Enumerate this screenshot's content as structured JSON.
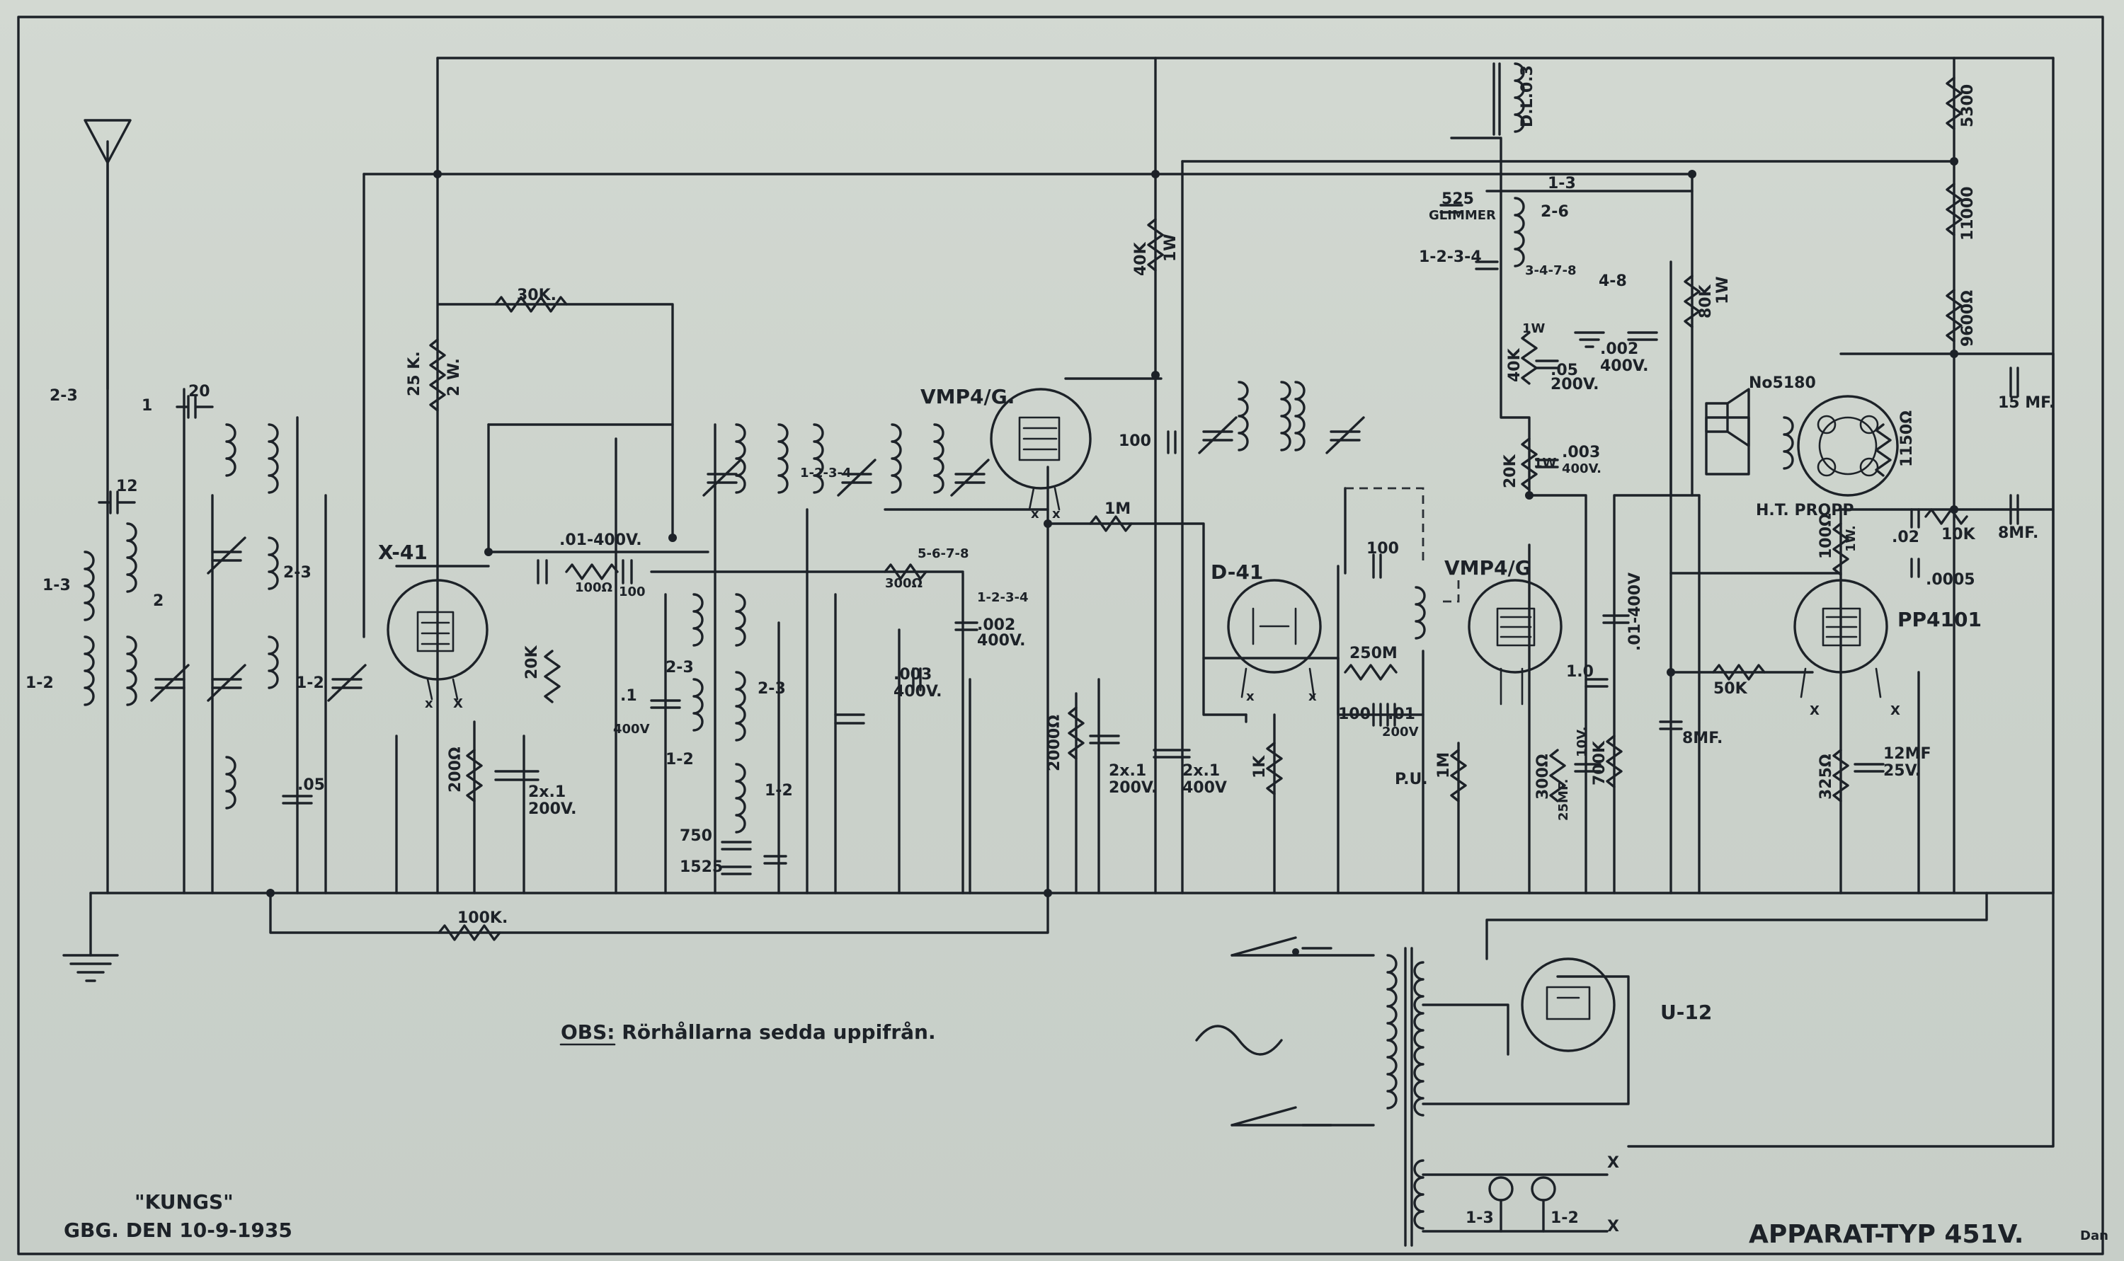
{
  "note": "OBS: Rörhållarna sedda uppifrån.",
  "maker": "\"KUNGS\"",
  "place_date": "GBG. DEN 10-9-1935",
  "apparat": "APPARAT-TYP 451V.",
  "signature": "Dan",
  "tubes": {
    "x41": "X-41",
    "vmp4g_a": "VMP4/G.",
    "d41": "D-41",
    "vmp4g_b": "VMP4/G",
    "pp4101": "PP4101",
    "u12": "U-12"
  },
  "components": {
    "r30k": "30K.",
    "r25k": "25 K.",
    "r25k_w": "2 W.",
    "c01_400": ".01-400V.",
    "r100": "100Ω",
    "c100": "100",
    "r20k_a": "20K",
    "r200_a": "200Ω",
    "c2x1_200_a": "2x.1",
    "v200_a": "200V.",
    "r100k": "100K.",
    "c20": "20",
    "c12": "12",
    "c05": ".05",
    "sw23": "2-3",
    "sw1": "1",
    "sw2": "2",
    "sw12": "1-2",
    "sw13": "1-3",
    "c1_400": ".1",
    "v400_a": "400V",
    "c750": "750",
    "c1525": "1525",
    "sw1234": "1-2-3-4",
    "sw5678": "5-6-7-8",
    "r300": "300Ω",
    "c002_a": ".002",
    "v400_b": "400V.",
    "c003": ".003",
    "v400_c": "400V.",
    "r40k_a": "40K",
    "r40k_a_w": "1W",
    "c100_b": "100",
    "r1m": "1M",
    "r2000": "2000Ω",
    "c2x1_b": "2x.1",
    "v200_b": "200V.",
    "c2x1_c": "2x.1",
    "v400_d": "400V",
    "r1k": "1K",
    "c100_c": "100",
    "r250m": "250M",
    "c100_d": "100",
    "c01_b": ".01",
    "v200_c": "200V",
    "pu": "P.U.",
    "r1m_b": "1M",
    "r300_b": "300Ω",
    "c25mf": "25MF.",
    "v10": "10V.",
    "c1o": "1.0",
    "c01_400b": ".01-400V",
    "r700k": "700K",
    "c8mf": "8MF.",
    "dl03": "D.L.0.3",
    "c525": "525",
    "glimmer": "GLIMMER",
    "sw13_b": "1-3",
    "sw26": "2-6",
    "sw1234_b": "1-2-3-4",
    "sw3478": "3-4-7-8",
    "sw48": "4-8",
    "r40k_b": "40K",
    "r40k_b_w": "1W",
    "c05_b": ".05",
    "v200_d": "200V.",
    "c002_b": ".002",
    "v400_e": "400V.",
    "r80k": "80K",
    "r80k_w": "1W",
    "r20k_b": "20K",
    "r20k_b_w": "1W",
    "c003_b": ".003",
    "v400_f": "400V.",
    "r5300": "5300",
    "r11000": "11000",
    "r9600": "9600Ω",
    "no5180": "No5180",
    "ht_propp": "H.T. PROPP",
    "r1150": "1150Ω",
    "c15mf": "15 MF.",
    "c8mf_b": "8MF.",
    "r100_b": "100Ω",
    "r100_b_w": "1W.",
    "c02": ".02",
    "r10k": "10K",
    "c0005": ".0005",
    "r50k": "50K",
    "r325": "325Ω",
    "c12mf": "12MF",
    "v25": "25V.",
    "sw13_c": "1-3",
    "sw12_c": "1-2",
    "x1": "x",
    "x2": "X"
  }
}
